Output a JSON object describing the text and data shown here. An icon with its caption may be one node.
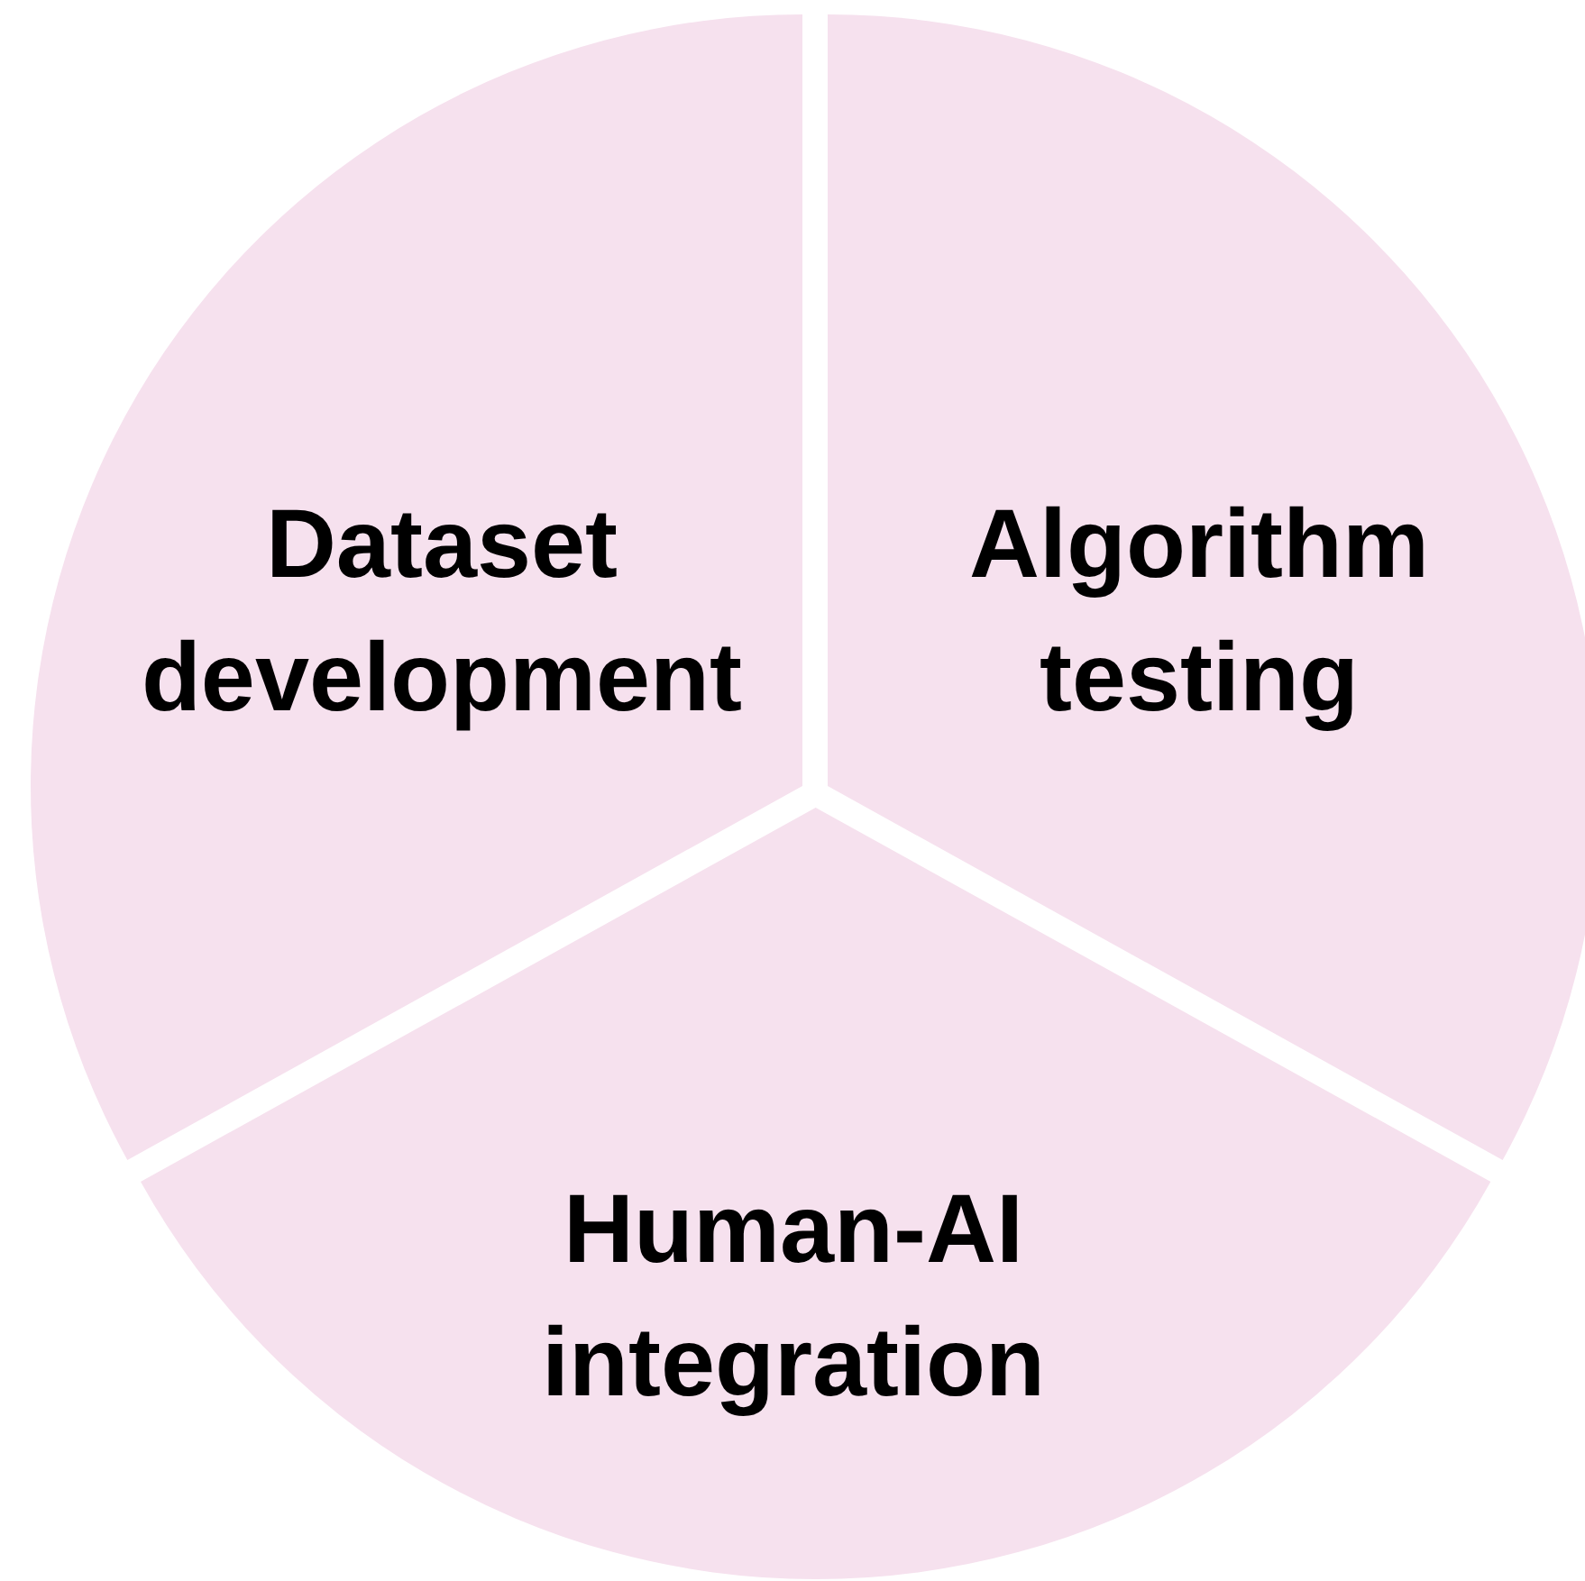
{
  "diagram": {
    "nodes": [
      {
        "text": [
          "Dataset development"
        ]
      },
      {
        "text": [
          "Algorithm testing"
        ]
      },
      {
        "text": [
          "Human-AI integration"
        ]
      }
    ]
  }
}
